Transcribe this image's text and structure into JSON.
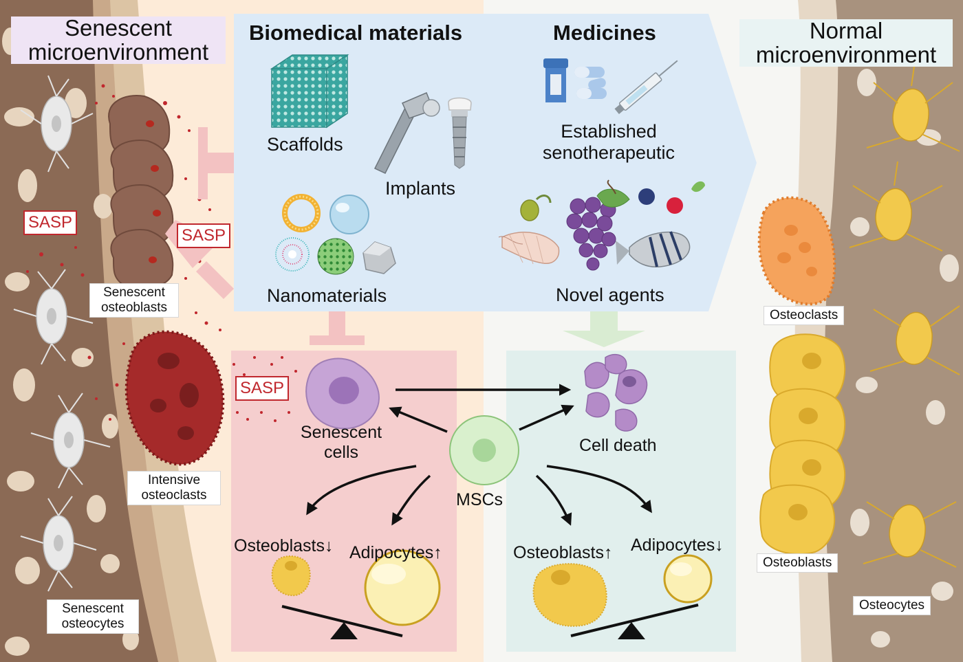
{
  "panels": {
    "senescent_title": "Senescent microenvironment",
    "normal_title": "Normal microenvironment"
  },
  "center": {
    "biomedical_title": "Biomedical materials",
    "medicines_title": "Medicines",
    "scaffolds": "Scaffolds",
    "implants": "Implants",
    "nanomaterials": "Nanomaterials",
    "established": "Established senotherapeutic",
    "novel": "Novel agents"
  },
  "left_labels": {
    "sasp": "SASP",
    "senescent_osteoblasts": "Senescent osteoblasts",
    "intensive_osteoclasts": "Intensive osteoclasts",
    "senescent_osteocytes": "Senescent osteocytes"
  },
  "right_labels": {
    "osteoclasts": "Osteoclasts",
    "osteoblasts": "Osteoblasts",
    "osteocytes": "Osteocytes"
  },
  "mscs": {
    "label": "MSCs",
    "senescent_cells": "Senescent cells",
    "cell_death": "Cell death",
    "osteoblasts_down": "Osteoblasts↓",
    "adipocytes_up": "Adipocytes↑",
    "osteoblasts_up": "Osteoblasts↑",
    "adipocytes_down": "Adipocytes↓"
  },
  "colors": {
    "senescent_bg": "#fdebd8",
    "normal_bg": "#f6f6f3",
    "center_panel": "#dceaf7",
    "senescent_box": "#f5cece",
    "normal_box": "#e1efed",
    "bone_brown": "#8b6a55",
    "sasp_red": "#c0272d",
    "inhibit_pink": "#f3c2c2",
    "promote_green": "#d9ecd2"
  }
}
